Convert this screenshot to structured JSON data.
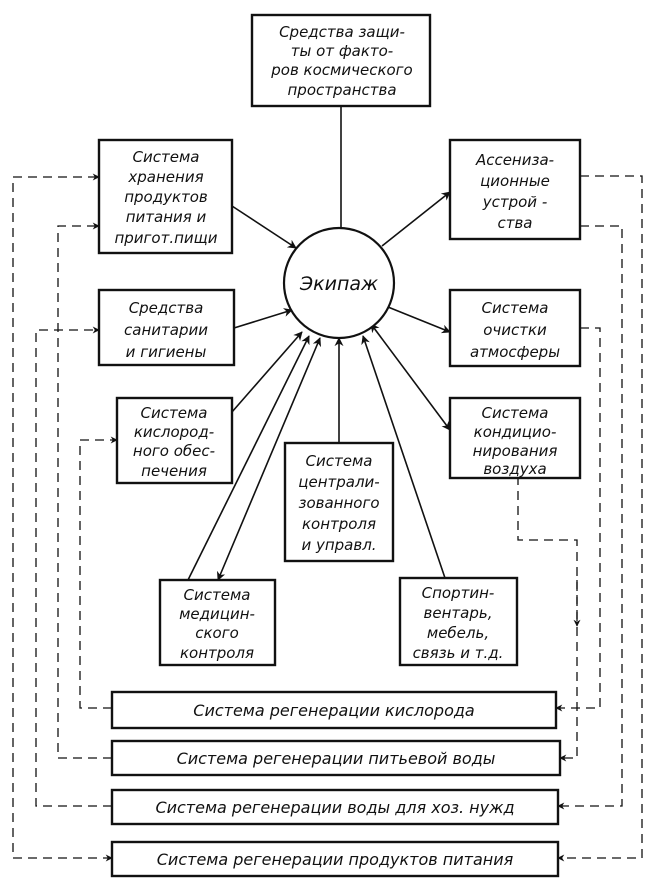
{
  "nodes": {
    "space_protection": [
      "Средства защи-",
      "ты от факто-",
      "ров космического",
      "пространства"
    ],
    "food_storage": [
      "Система",
      "хранения",
      "продуктов",
      "питания и",
      "пригот.пищи"
    ],
    "sewage": [
      "Ассениза-",
      "ционные",
      "устрой -",
      "ства"
    ],
    "sanitary": [
      "Средства",
      "санитарии",
      "и гигиены"
    ],
    "atmosphere": [
      "Система",
      "очистки",
      "атмосферы"
    ],
    "oxygen_supply": [
      "Система",
      "кислород-",
      "ного обес-",
      "печения"
    ],
    "air_conditioning": [
      "Система",
      "кондицио-",
      "нирования",
      "воздуха"
    ],
    "central_control": [
      "Система",
      "централи-",
      "зованного",
      "контроля",
      "и управл."
    ],
    "medical": [
      "Система",
      "медицин-",
      "ского",
      "контроля"
    ],
    "equipment": [
      "Спортин-",
      "вентарь,",
      "мебель,",
      "связь и т.д."
    ],
    "crew": "Экипаж",
    "regen_oxygen": "Система  регенерации  кислорода",
    "regen_drinking_water": "Система  регенерации  питьевой  воды",
    "regen_household_water": "Система  регенерации  воды для хоз. нужд",
    "regen_food": "Система  регенерации  продуктов  питания"
  },
  "colors": {
    "ink": "#111111",
    "paper": "#ffffff"
  }
}
